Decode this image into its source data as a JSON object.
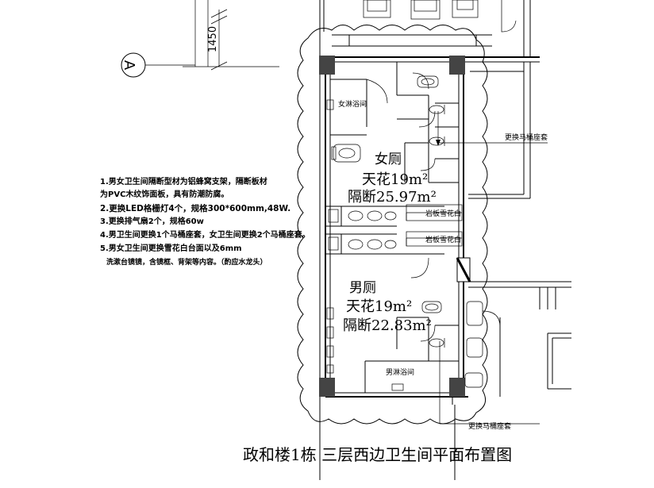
{
  "title": "政和楼1栋 三层西边卫生间平面布置图",
  "axis_marker": "A",
  "dimension": "1450",
  "notes": [
    "1.男女卫生间隔断型材为铝蜂窝支架，隔断板材",
    "为PVC木纹饰面板，具有防潮防腐。",
    "2.更换LED格栅灯4个，规格300*600mm,48W.",
    "3.更换排气扇2个，规格60w",
    "4.男卫生间更换1个马桶座套，女卫生间更换2个马桶座套。",
    "5.男女卫生间更换雪花白台面以及6mm",
    "洗漱台镜镜，含镜框、背架等内容。（酌应水龙头）"
  ],
  "women": {
    "label": "女厕",
    "ceiling": "天花19m²",
    "partition": "隔断25.97m²",
    "shower_room": "女淋浴间"
  },
  "men": {
    "label": "男厕",
    "ceiling": "天花19m²",
    "partition": "隔断22.83m²",
    "shower_room": "男淋浴间"
  },
  "callouts": {
    "replace_seat_right": "更换马桶座套",
    "replace_seat_bottom": "更换马桶座套",
    "rock_slab_1": "岩板雪花白",
    "rock_slab_2": "岩板雪花白"
  }
}
